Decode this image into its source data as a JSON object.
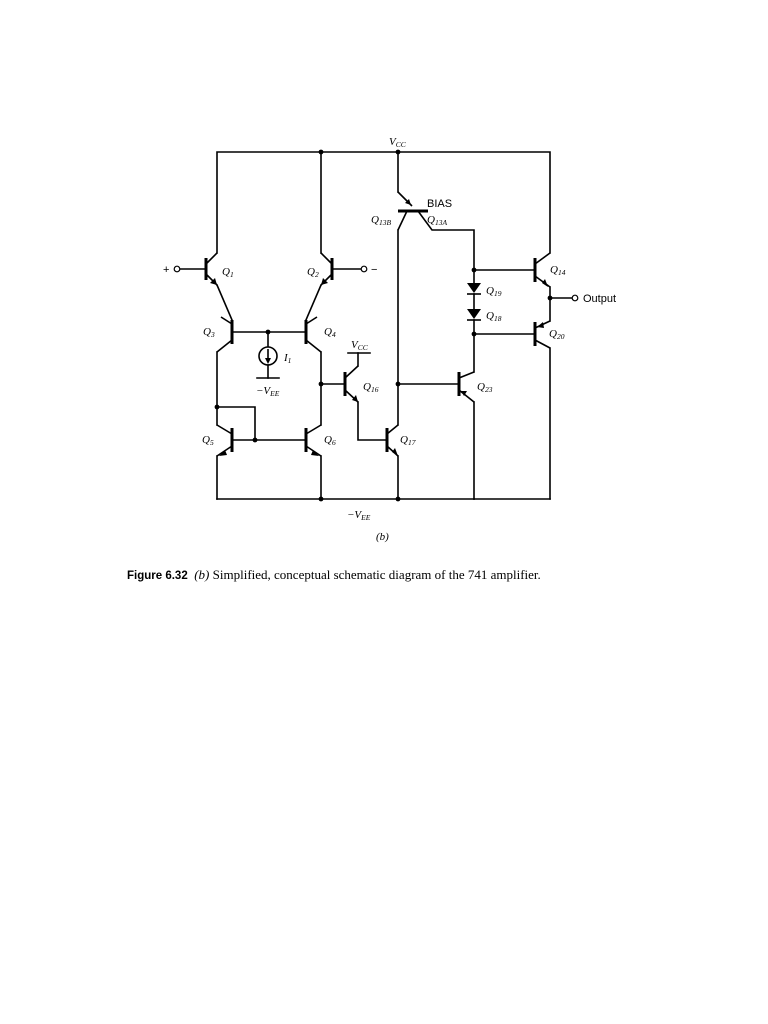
{
  "labels": {
    "vcc_top": "V",
    "vcc_top_sub": "CC",
    "bias": "BIAS",
    "q13b": "Q",
    "q13b_sub": "13B",
    "q13a": "Q",
    "q13a_sub": "13A",
    "plus": "+",
    "minus": "−",
    "q1": "Q",
    "q1_sub": "1",
    "q2": "Q",
    "q2_sub": "2",
    "q3": "Q",
    "q3_sub": "3",
    "q4": "Q",
    "q4_sub": "4",
    "q5": "Q",
    "q5_sub": "5",
    "q6": "Q",
    "q6_sub": "6",
    "q14": "Q",
    "q14_sub": "14",
    "q16": "Q",
    "q16_sub": "16",
    "q17": "Q",
    "q17_sub": "17",
    "q18": "Q",
    "q18_sub": "18",
    "q19": "Q",
    "q19_sub": "19",
    "q20": "Q",
    "q20_sub": "20",
    "q23": "Q",
    "q23_sub": "23",
    "i1": "I",
    "i1_sub": "1",
    "vee_small": "−V",
    "vee_small_sub": "EE",
    "vcc_mid": "V",
    "vcc_mid_sub": "CC",
    "vee_bottom": "−V",
    "vee_bottom_sub": "EE",
    "output": "Output",
    "panel": "(b)"
  },
  "caption": {
    "figure": "Figure 6.32",
    "panel": "(b)",
    "text": "Simplified, conceptual schematic diagram of the 741 amplifier."
  }
}
